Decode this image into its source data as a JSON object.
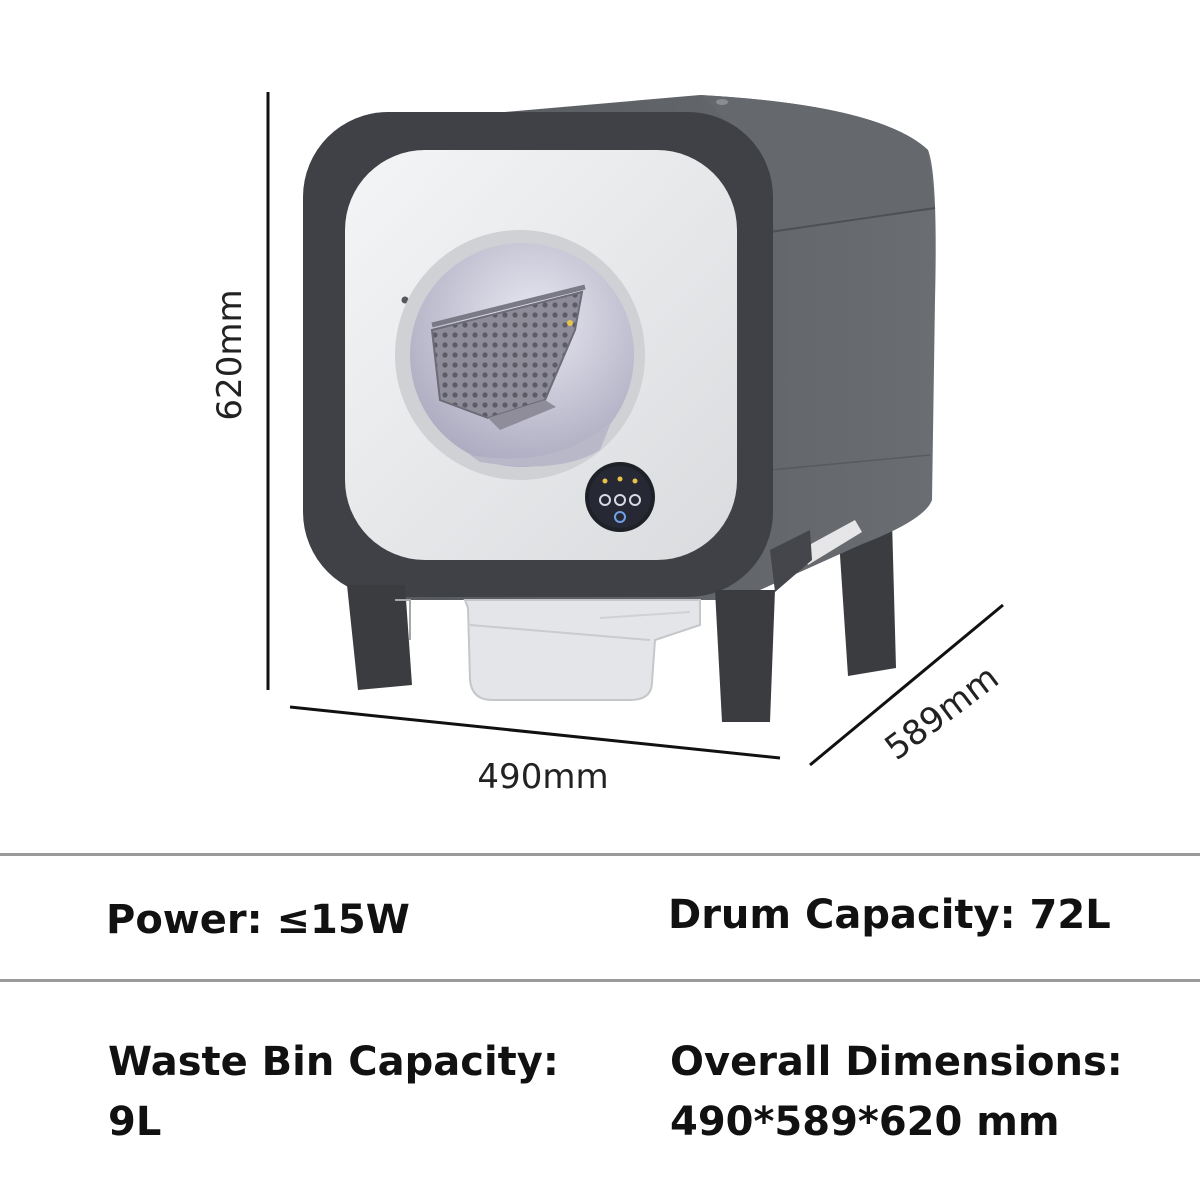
{
  "dimensions": {
    "height": "620mm",
    "width": "490mm",
    "depth": "589mm"
  },
  "product": {
    "control_panel_icons": [
      "power-button-icon",
      "mode-button-icon",
      "clean-button-icon"
    ]
  },
  "specs": {
    "power": "Power: ≤15W",
    "drum_capacity": "Drum Capacity: 72L",
    "waste_bin_label": "Waste Bin Capacity:",
    "waste_bin_value": "9L",
    "overall_dimensions_label": "Overall Dimensions:",
    "overall_dimensions_value": "490*589*620 mm"
  },
  "colors": {
    "body": "#5b5e63",
    "frame": "#3f4146",
    "door": "#eceef0",
    "drawer": "#e6e8ea",
    "legs": "#3a3c40",
    "window": "#c9c8d8"
  }
}
